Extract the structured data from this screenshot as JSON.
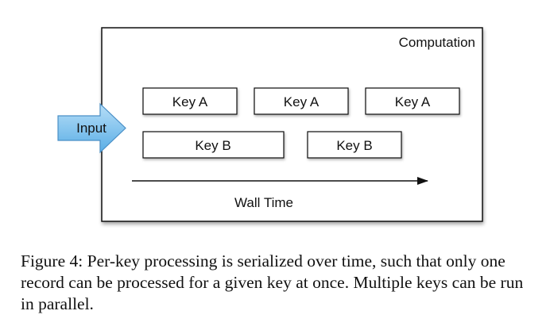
{
  "diagram": {
    "box_label": "Computation",
    "input_label": "Input",
    "time_label": "Wall Time",
    "row_a": [
      "Key A",
      "Key A",
      "Key A"
    ],
    "row_b": [
      "Key B",
      "Key B"
    ]
  },
  "caption": {
    "text": "Figure 4: Per-key processing is serialized over time, such that only one record can be processed for a given key at once. Multiple keys can be run in parallel."
  },
  "colors": {
    "input_fill_top": "#a9d6f5",
    "input_fill_bottom": "#5fb0e8",
    "input_stroke": "#4a90c8",
    "line": "#111111"
  }
}
